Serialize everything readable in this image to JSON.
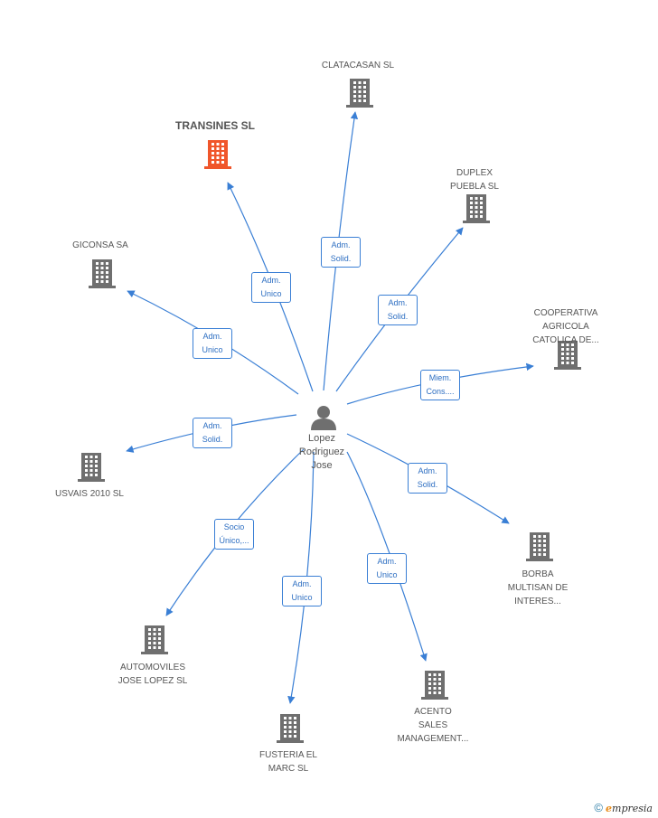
{
  "center": {
    "name": "Lopez\nRodriguez\nJose",
    "icon": "person-icon"
  },
  "companies": [
    {
      "id": "clatacasan",
      "name": "CLATACASAN SL",
      "highlight": false
    },
    {
      "id": "transines",
      "name": "TRANSINES SL",
      "highlight": true
    },
    {
      "id": "duplex",
      "name": "DUPLEX\nPUEBLA SL",
      "highlight": false
    },
    {
      "id": "giconsa",
      "name": "GICONSA SA",
      "highlight": false
    },
    {
      "id": "cooperativa",
      "name": "COOPERATIVA\nAGRICOLA\nCATOLICA DE...",
      "highlight": false
    },
    {
      "id": "usvais",
      "name": "USVAIS 2010 SL",
      "highlight": false
    },
    {
      "id": "borba",
      "name": "BORBA\nMULTISAN DE\nINTERES...",
      "highlight": false
    },
    {
      "id": "automoviles",
      "name": "AUTOMOVILES\nJOSE LOPEZ SL",
      "highlight": false
    },
    {
      "id": "acento",
      "name": "ACENTO\nSALES\nMANAGEMENT...",
      "highlight": false
    },
    {
      "id": "fusteria",
      "name": "FUSTERIA EL\nMARC SL",
      "highlight": false
    }
  ],
  "relations": [
    {
      "to": "clatacasan",
      "label": "Adm.\nSolid."
    },
    {
      "to": "transines",
      "label": "Adm.\nUnico"
    },
    {
      "to": "duplex",
      "label": "Adm.\nSolid."
    },
    {
      "to": "giconsa",
      "label": "Adm.\nUnico"
    },
    {
      "to": "cooperativa",
      "label": "Miem.\nCons...."
    },
    {
      "to": "usvais",
      "label": "Adm.\nSolid."
    },
    {
      "to": "borba",
      "label": "Adm.\nSolid."
    },
    {
      "to": "automoviles",
      "label": "Socio\nÚnico,..."
    },
    {
      "to": "acento",
      "label": "Adm.\nUnico"
    },
    {
      "to": "fusteria",
      "label": "Adm.\nUnico"
    }
  ],
  "colors": {
    "edge": "#3a7fd5",
    "building": "#6f6f6f",
    "highlight": "#f0562b",
    "person": "#6f6f6f"
  },
  "footer": {
    "copyright": "©",
    "brand_initial": "e",
    "brand_rest": "mpresia"
  }
}
